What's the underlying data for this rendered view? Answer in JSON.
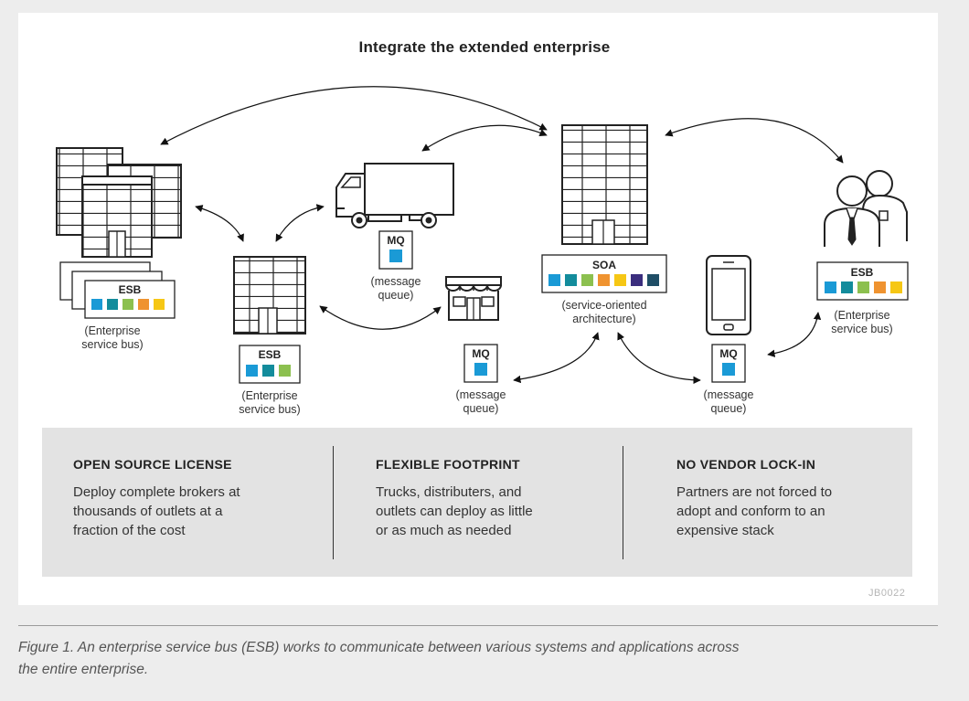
{
  "title": "Integrate the extended enterprise",
  "nodes": {
    "esb_left": {
      "tag": "ESB",
      "label": [
        "(Enterprise",
        "service bus)"
      ]
    },
    "esb_center": {
      "tag": "ESB",
      "label": [
        "(Enterprise",
        "service bus)"
      ]
    },
    "truck_mq": {
      "tag": "MQ",
      "label": [
        "(message",
        "queue)"
      ]
    },
    "shop_mq": {
      "tag": "MQ",
      "label": [
        "(message",
        "queue)"
      ]
    },
    "soa": {
      "tag": "SOA",
      "label": [
        "(service-oriented",
        "architecture)"
      ]
    },
    "phone_mq": {
      "tag": "MQ",
      "label": [
        "(message",
        "queue)"
      ]
    },
    "esb_right": {
      "tag": "ESB",
      "label": [
        "(Enterprise",
        "service bus)"
      ]
    }
  },
  "features": [
    {
      "heading": "OPEN SOURCE LICENSE",
      "lines": [
        "Deploy complete brokers at",
        "thousands of outlets at a",
        "fraction of the cost"
      ]
    },
    {
      "heading": "FLEXIBLE FOOTPRINT",
      "lines": [
        "Trucks, distributers, and",
        "outlets can deploy as little",
        "or as much as needed"
      ]
    },
    {
      "heading": "NO VENDOR LOCK-IN",
      "lines": [
        "Partners are not forced to",
        "adopt and conform to an",
        "expensive stack"
      ]
    }
  ],
  "figure_code": "JB0022",
  "caption_lines": [
    "Figure 1. An enterprise service bus (ESB) works to communicate between various systems and applications across",
    "the entire enterprise."
  ],
  "colors": {
    "sq_blue": "#1a9ad6",
    "sq_teal": "#138c9c",
    "sq_green": "#8cc04f",
    "sq_orange": "#ef9330",
    "sq_yellow": "#f6c715",
    "sq_purple": "#3b2e7e",
    "sq_navy": "#1f4e66"
  }
}
